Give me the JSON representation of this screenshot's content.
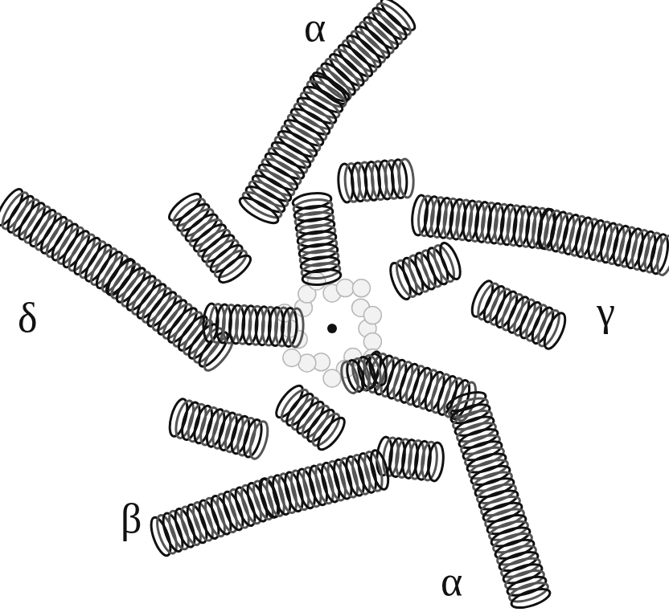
{
  "diagram": {
    "labels": [
      "α",
      "δ",
      "γ",
      "β",
      "α"
    ]
  }
}
